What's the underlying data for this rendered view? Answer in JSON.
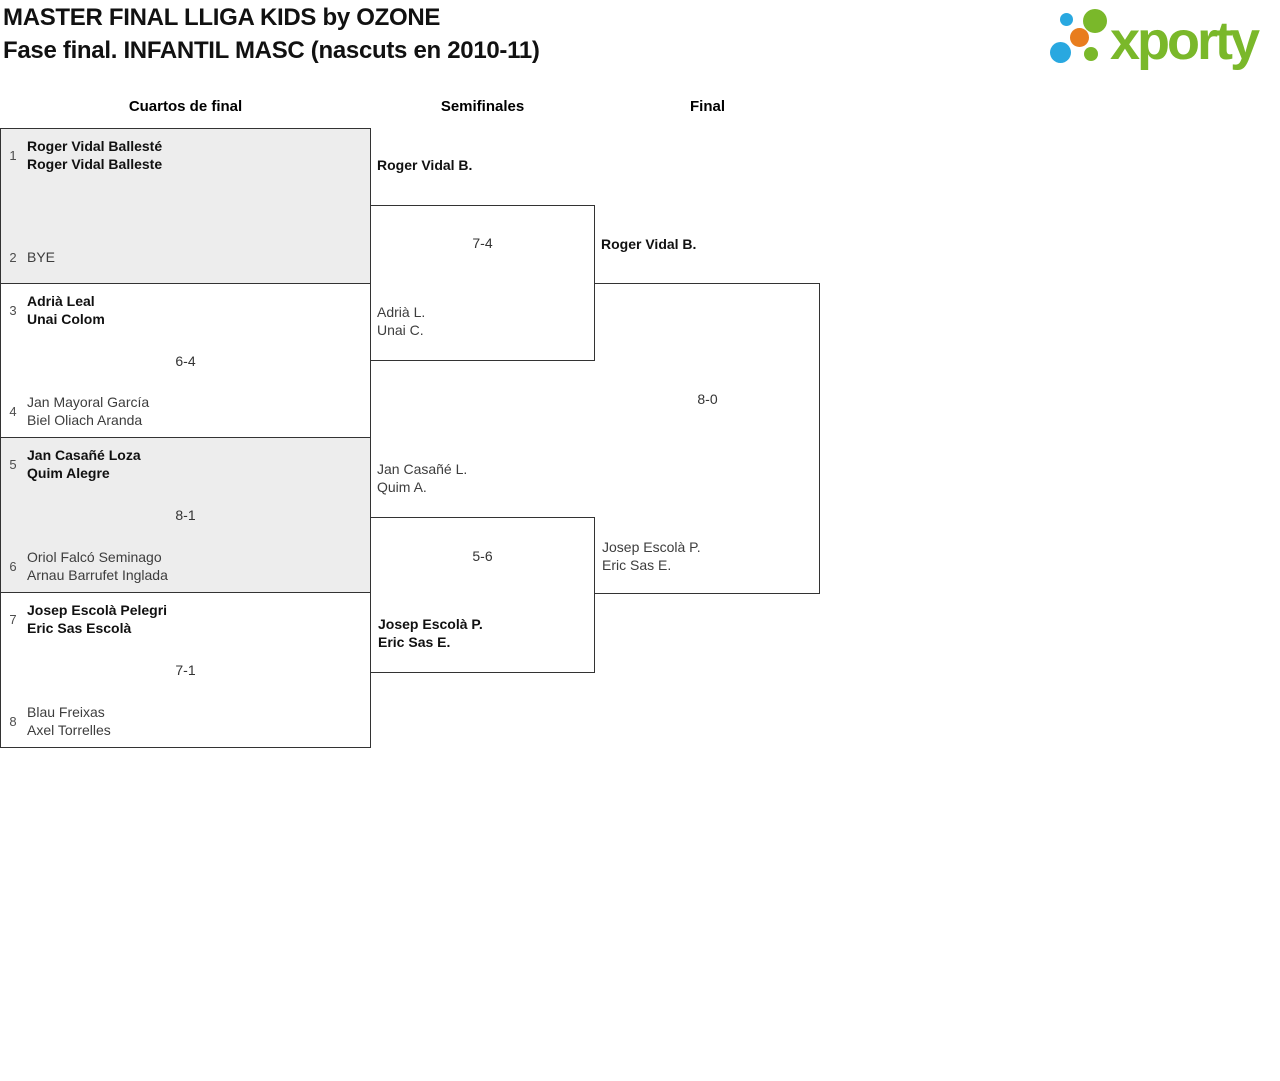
{
  "header": {
    "title": "MASTER FINAL LLIGA KIDS by OZONE",
    "subtitle": "Fase final. INFANTIL MASC (nascuts en 2010-11)"
  },
  "logo": {
    "text": "xporty",
    "brand_green": "#7ab82a",
    "brand_blue": "#29a8e0",
    "brand_orange": "#e87d1e"
  },
  "rounds": {
    "quarterfinals": "Cuartos de final",
    "semifinals": "Semifinales",
    "final": "Final"
  },
  "quarterfinals": [
    {
      "seed1": "1",
      "team1": [
        "Roger Vidal Ballesté",
        "Roger Vidal Balleste"
      ],
      "seed2": "2",
      "team2": [
        "BYE"
      ],
      "score": ""
    },
    {
      "seed1": "3",
      "team1": [
        "Adrià Leal",
        "Unai Colom"
      ],
      "seed2": "4",
      "team2": [
        "Jan Mayoral García",
        "Biel Oliach Aranda"
      ],
      "score": "6-4"
    },
    {
      "seed1": "5",
      "team1": [
        "Jan Casañé Loza",
        "Quim Alegre"
      ],
      "seed2": "6",
      "team2": [
        "Oriol Falcó Seminago",
        "Arnau Barrufet Inglada"
      ],
      "score": "8-1"
    },
    {
      "seed1": "7",
      "team1": [
        "Josep Escolà Pelegri",
        "Eric Sas Escolà"
      ],
      "seed2": "8",
      "team2": [
        "Blau Freixas",
        "Axel Torrelles"
      ],
      "score": "7-1"
    }
  ],
  "semifinals": [
    {
      "team1": [
        "Roger Vidal B."
      ],
      "score": "7-4",
      "team2": [
        "Adrià L.",
        "Unai C."
      ]
    },
    {
      "team1": [
        "Jan Casañé L.",
        "Quim A."
      ],
      "score": "5-6",
      "team2": [
        "Josep Escolà P.",
        "Eric Sas E."
      ]
    }
  ],
  "final": {
    "team1": [
      "Roger Vidal B."
    ],
    "score": "8-0",
    "team2": [
      "Josep Escolà P.",
      "Eric Sas E."
    ]
  }
}
